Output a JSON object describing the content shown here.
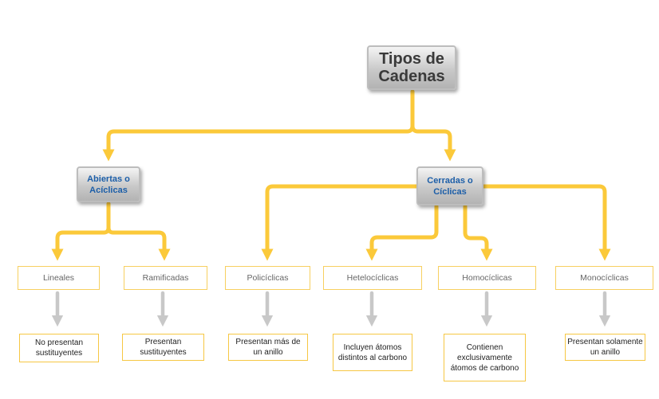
{
  "diagram": {
    "root": "Tipos de Cadenas",
    "categories": [
      {
        "label": "Abiertas o Acíclicas",
        "types": [
          {
            "label": "Lineales",
            "description": "No presentan sustituyentes"
          },
          {
            "label": "Ramificadas",
            "description": "Presentan sustituyentes"
          }
        ]
      },
      {
        "label": "Cerradas o Cíclicas",
        "types": [
          {
            "label": "Policíclicas",
            "description": "Presentan más de un anillo"
          },
          {
            "label": "Hetelocíclicas",
            "description": "Incluyen átomos distintos al carbono"
          },
          {
            "label": "Homocíclicas",
            "description": "Contienen exclusivamente átomos de carbono"
          },
          {
            "label": "Monocíclicas",
            "description": "Presentan solamente un anillo"
          }
        ]
      }
    ]
  },
  "colors": {
    "connector": "#fbc93a",
    "arrow_gray": "#c8c8c8",
    "category_text": "#1c5ea8",
    "box_border": "#f6c743"
  }
}
